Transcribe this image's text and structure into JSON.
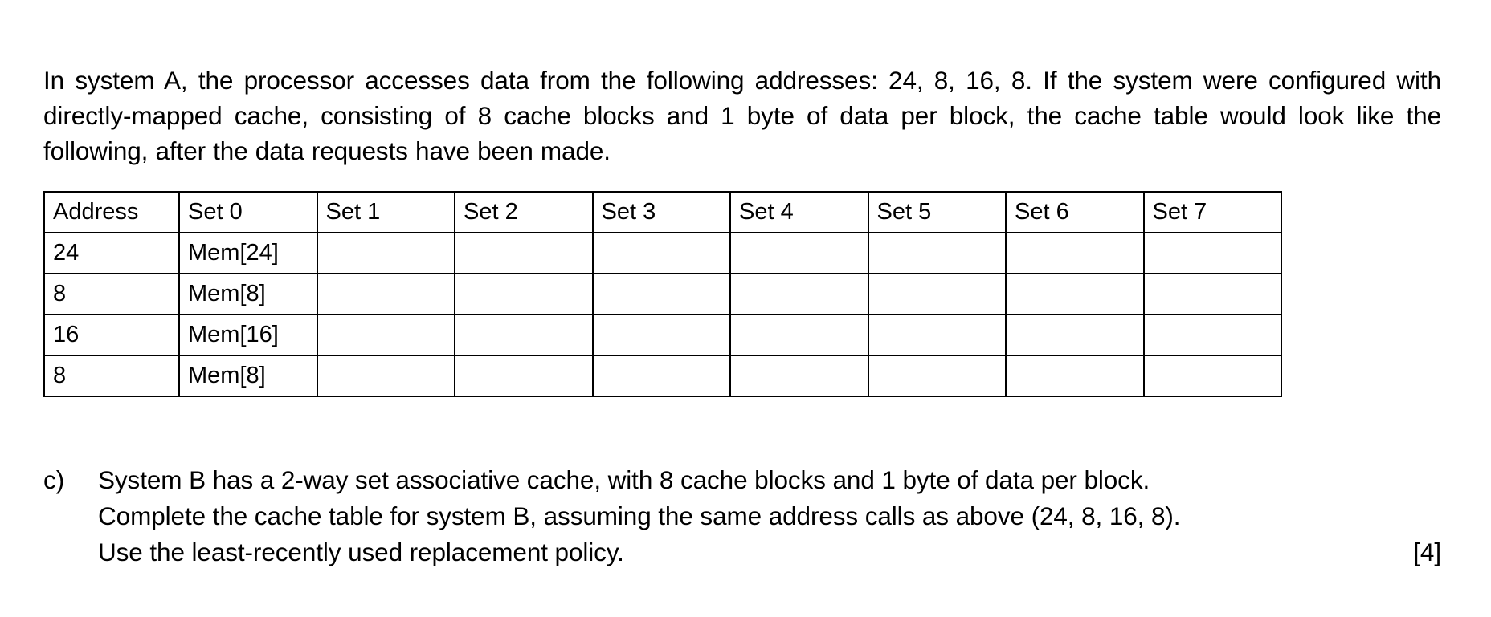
{
  "document": {
    "intro_paragraph": "In system A, the processor accesses data from the following addresses: 24, 8, 16, 8. If the system were configured with directly-mapped cache, consisting of 8 cache blocks and 1 byte of data per block, the cache table would look like the following, after the data requests have been made."
  },
  "cache_table": {
    "headers": [
      "Address",
      "Set 0",
      "Set 1",
      "Set 2",
      "Set 3",
      "Set 4",
      "Set 5",
      "Set 6",
      "Set 7"
    ],
    "rows": [
      {
        "address": "24",
        "set0": "Mem[24]",
        "set1": "",
        "set2": "",
        "set3": "",
        "set4": "",
        "set5": "",
        "set6": "",
        "set7": ""
      },
      {
        "address": "8",
        "set0": "Mem[8]",
        "set1": "",
        "set2": "",
        "set3": "",
        "set4": "",
        "set5": "",
        "set6": "",
        "set7": ""
      },
      {
        "address": "16",
        "set0": "Mem[16]",
        "set1": "",
        "set2": "",
        "set3": "",
        "set4": "",
        "set5": "",
        "set6": "",
        "set7": ""
      },
      {
        "address": "8",
        "set0": "Mem[8]",
        "set1": "",
        "set2": "",
        "set3": "",
        "set4": "",
        "set5": "",
        "set6": "",
        "set7": ""
      }
    ]
  },
  "part_c": {
    "marker": "c)",
    "text_line_1": "System B has a 2-way set associative cache, with 8 cache blocks and 1 byte of data per block.",
    "text_line_2": "Complete the cache table for system B, assuming the same address calls as above (24, 8, 16, 8).",
    "text_line_3": "Use the least-recently used replacement policy.",
    "marks": "[4]"
  },
  "colors": {
    "text": "#000000",
    "background": "#ffffff",
    "table_border": "#000000"
  }
}
